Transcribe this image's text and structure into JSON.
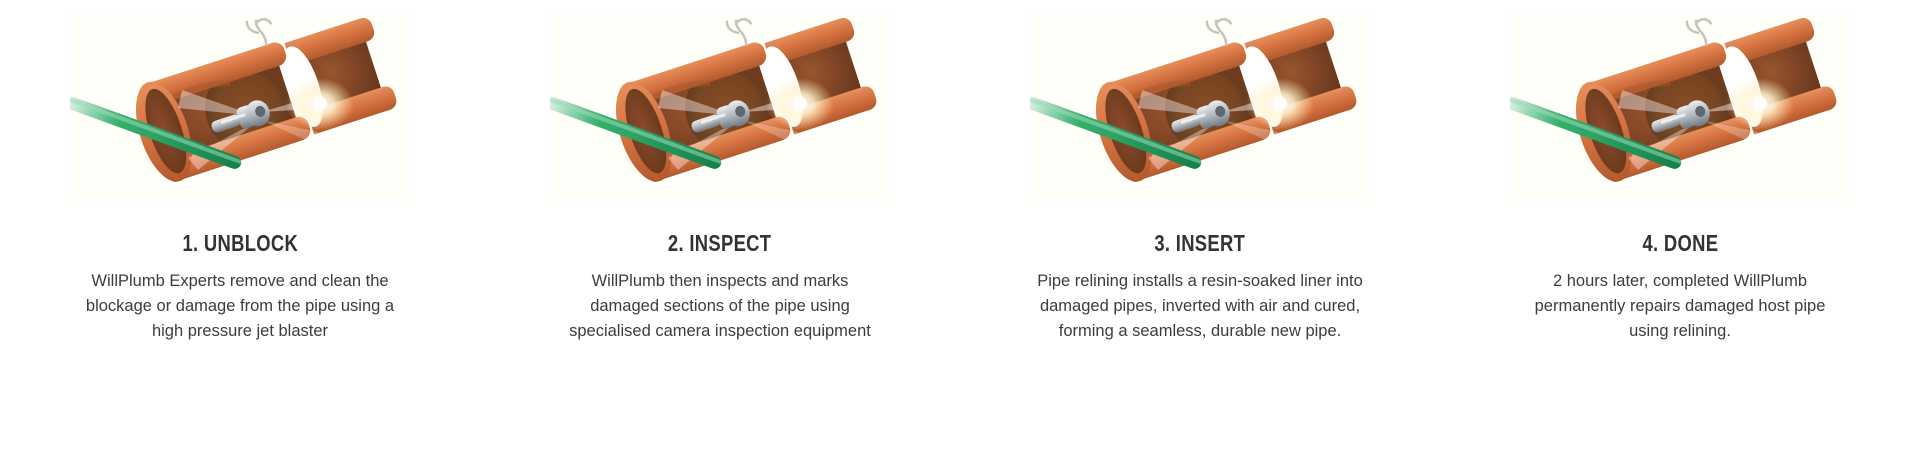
{
  "section": {
    "name": "pipe-relining-process-steps",
    "background_color": "#ffffff",
    "heading_color": "#333333",
    "body_color": "#3c3c3c",
    "figure_background": "#fffffa"
  },
  "illustration": {
    "alt": "Cutaway sewer pipe with green high-pressure jetting hose and spinning nozzle blasting a blockage",
    "colors": {
      "pipe_wall": "#d4713f",
      "pipe_wall_light": "#e08a55",
      "pipe_wall_shadow": "#b35a2e",
      "pipe_interior": "#8a4a28",
      "pipe_interior_dark": "#6e3a1f",
      "blockage": "#7a4420",
      "hose": "#1f9d55",
      "hose_light": "#4ec17e",
      "nozzle": "#b9bfc4",
      "nozzle_dark": "#7d868d",
      "spray": "#ffffff",
      "flare": "#fffbe8"
    }
  },
  "steps": [
    {
      "id": "step-unblock",
      "heading": "1. UNBLOCK",
      "body": "WillPlumb Experts remove and clean the blockage or damage from the pipe using a high pressure jet blaster"
    },
    {
      "id": "step-inspect",
      "heading": "2. INSPECT",
      "body": "WillPlumb then inspects and marks damaged sections of the pipe using specialised camera inspection equipment"
    },
    {
      "id": "step-insert",
      "heading": "3. INSERT",
      "body": "Pipe relining installs a resin-soaked liner into damaged pipes, inverted with air and cured, forming a seamless, durable new pipe."
    },
    {
      "id": "step-done",
      "heading": "4. DONE",
      "body": "2 hours later, completed WillPlumb permanently repairs damaged host pipe using relining."
    }
  ]
}
